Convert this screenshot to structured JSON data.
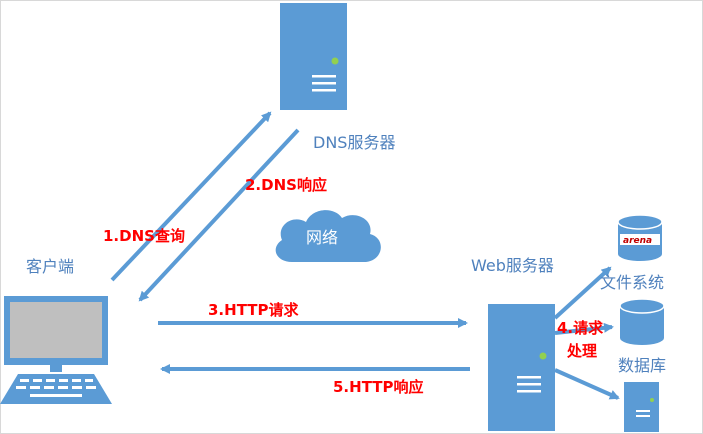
{
  "nodes": {
    "dns_server": "DNS服务器",
    "client": "客户端",
    "web_server": "Web服务器",
    "network": "网络",
    "file_system": "文件系统",
    "database": "数据库"
  },
  "logo_text": "arena",
  "steps": {
    "dns_query": "1.DNS查询",
    "dns_response": "2.DNS响应",
    "http_request": "3.HTTP请求",
    "request_processing_line1": "4.请求",
    "request_processing_line2": "处理",
    "http_response": "5.HTTP响应"
  },
  "colors": {
    "server_blue": "#5b9bd5",
    "arrow_blue": "#5b9bd5",
    "label_red": "#ff0000",
    "label_blue": "#4f81bd",
    "network_text": "#ffffff",
    "status_green": "#92d050"
  }
}
